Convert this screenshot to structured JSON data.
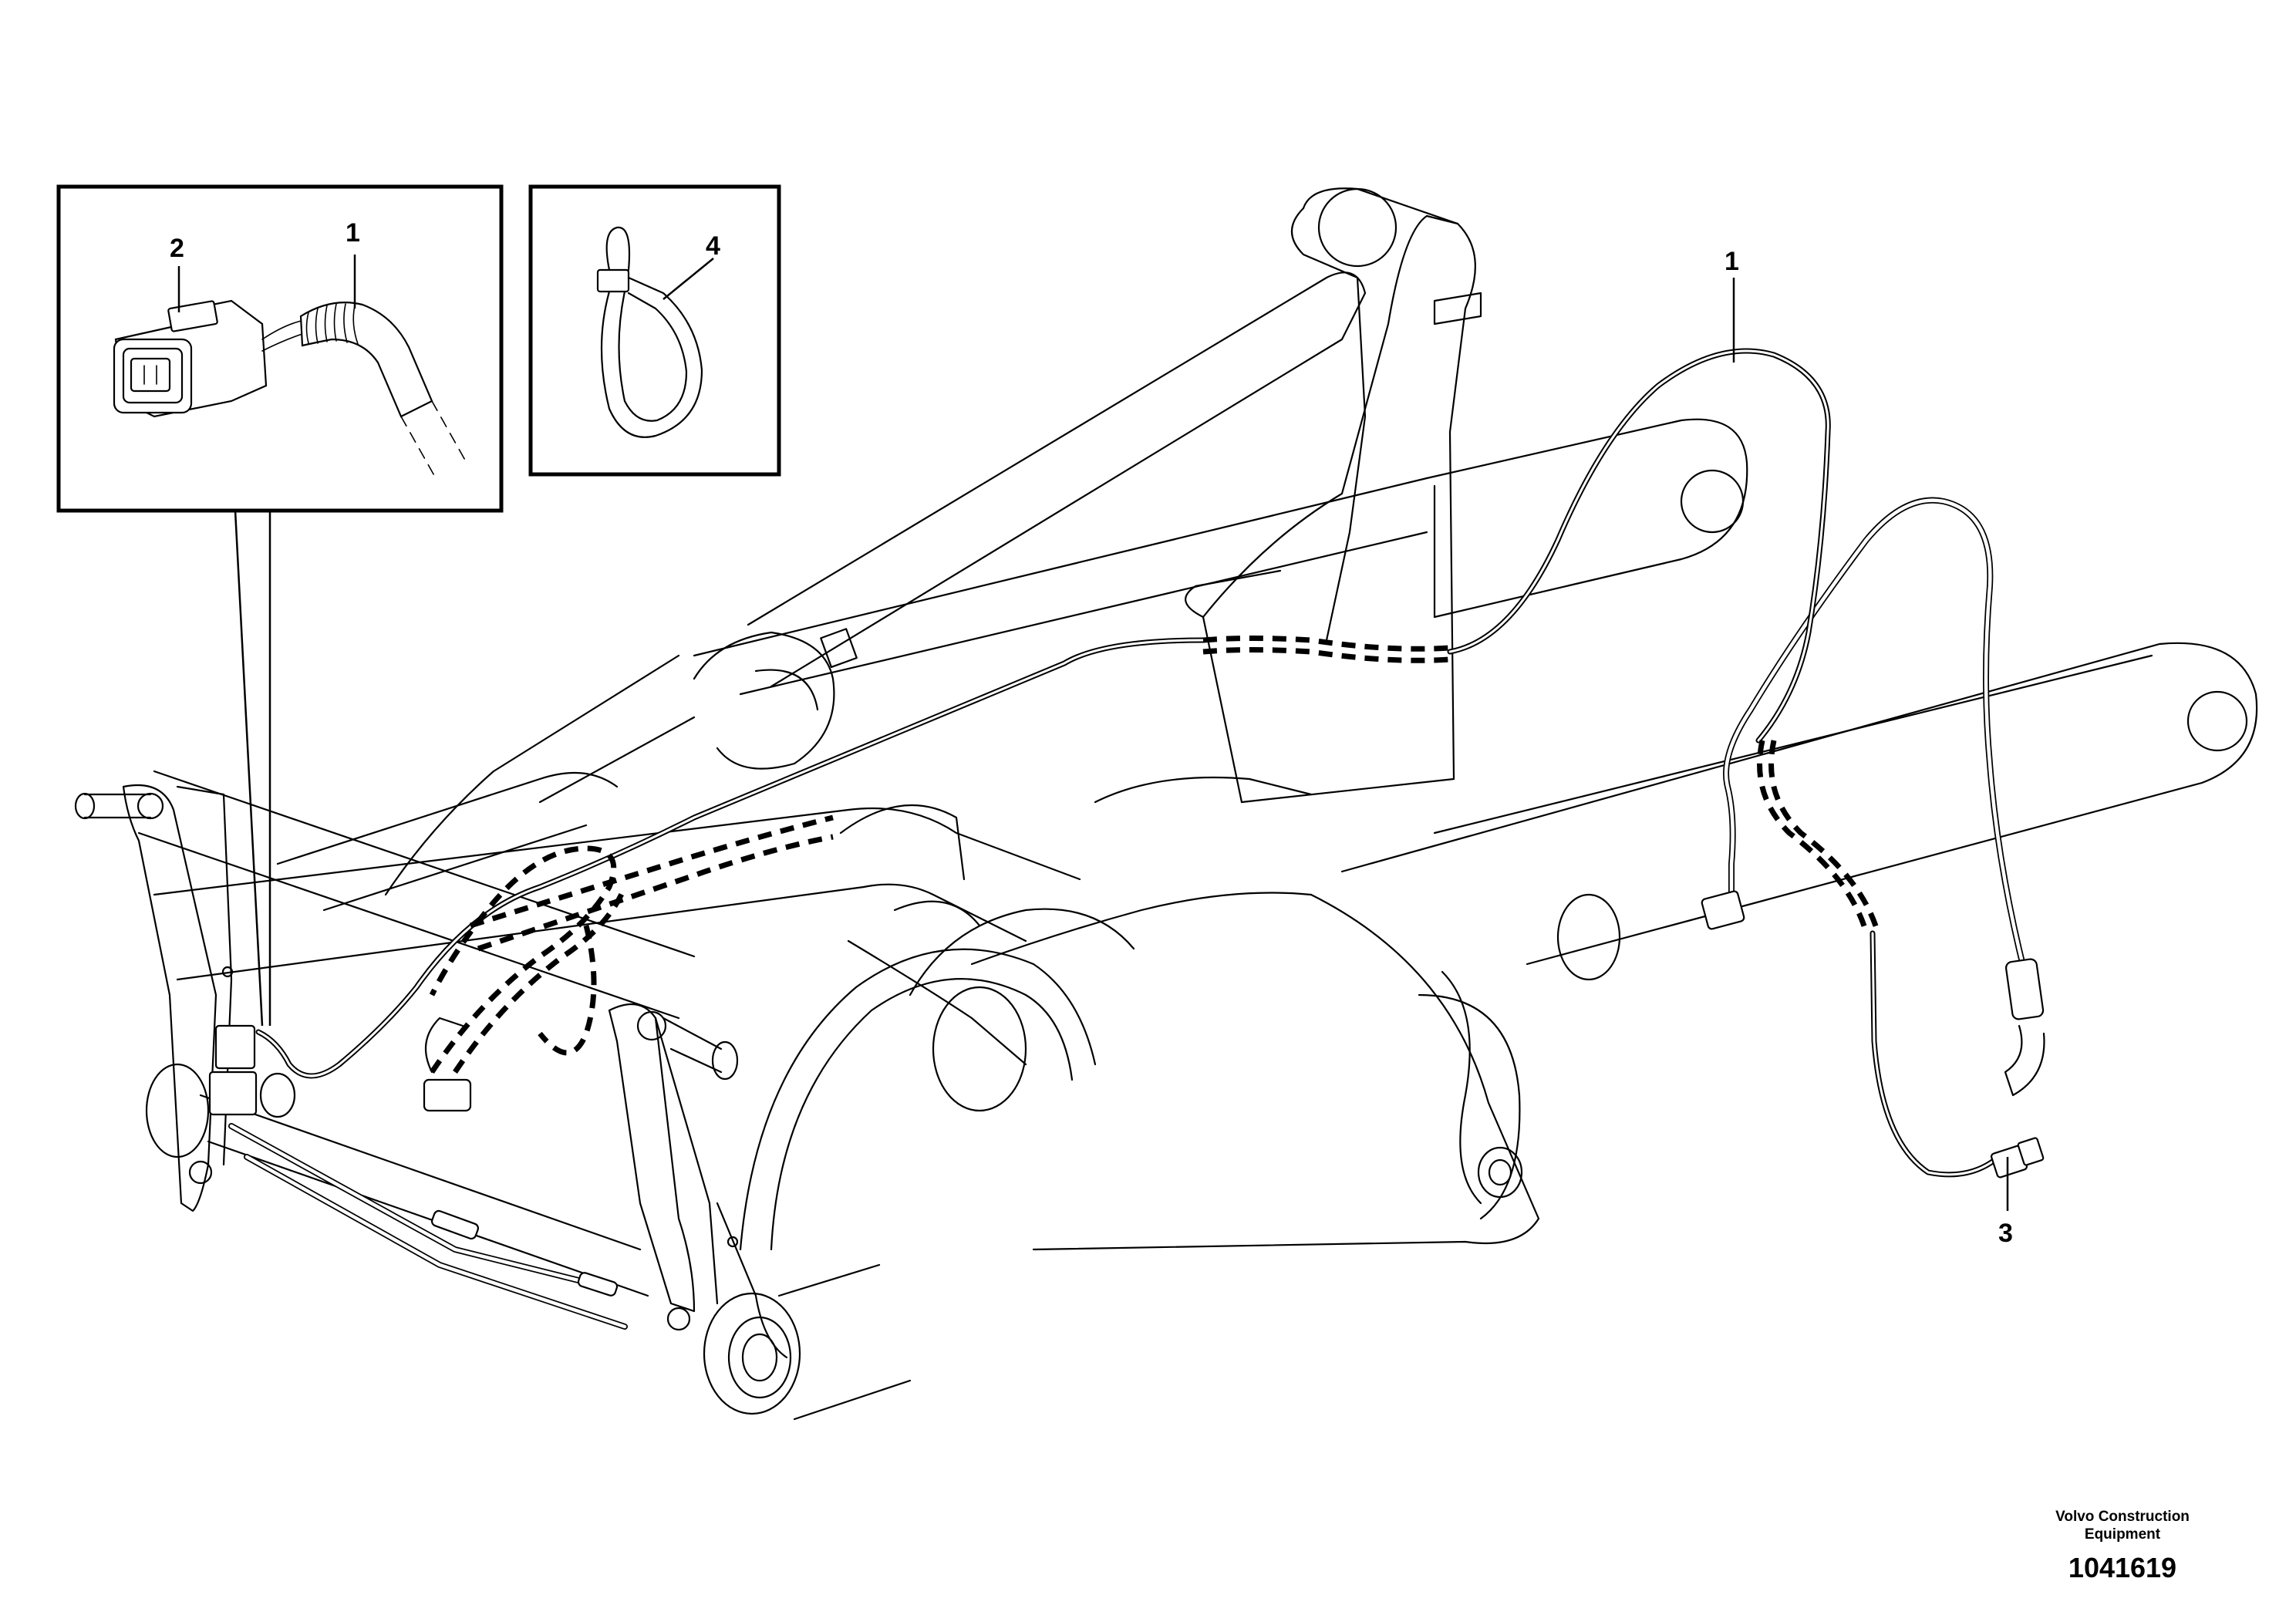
{
  "callouts": {
    "detail_connector_cable": "1",
    "detail_connector": "2",
    "main_cable": "1",
    "end_connector": "3",
    "cable_tie": "4"
  },
  "footer": {
    "company_line1": "Volvo Construction",
    "company_line2": "Equipment",
    "drawing_number": "1041619"
  },
  "icons": [
    "connector-icon",
    "cable-tie-icon"
  ],
  "colors": {
    "line": "#000000",
    "background": "#ffffff"
  }
}
